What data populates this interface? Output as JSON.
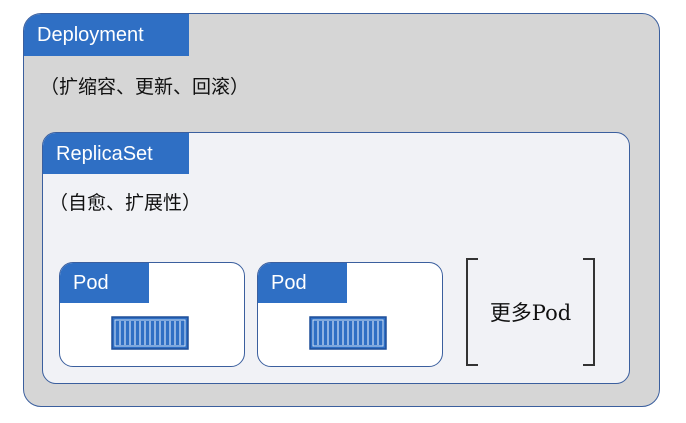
{
  "deployment": {
    "label": "Deployment",
    "caption": "（扩缩容、更新、回滚）"
  },
  "replicaset": {
    "label": "ReplicaSet",
    "caption": "（自愈、扩展性）"
  },
  "pods": [
    {
      "label": "Pod",
      "icon": "container-icon"
    },
    {
      "label": "Pod",
      "icon": "container-icon"
    }
  ],
  "more": {
    "label": "更多Pod"
  },
  "colors": {
    "tab_blue": "#2f6fc4",
    "border_blue": "#3b5f9e",
    "deployment_bg": "#d6d6d6",
    "replicaset_bg": "#f1f2f6"
  }
}
